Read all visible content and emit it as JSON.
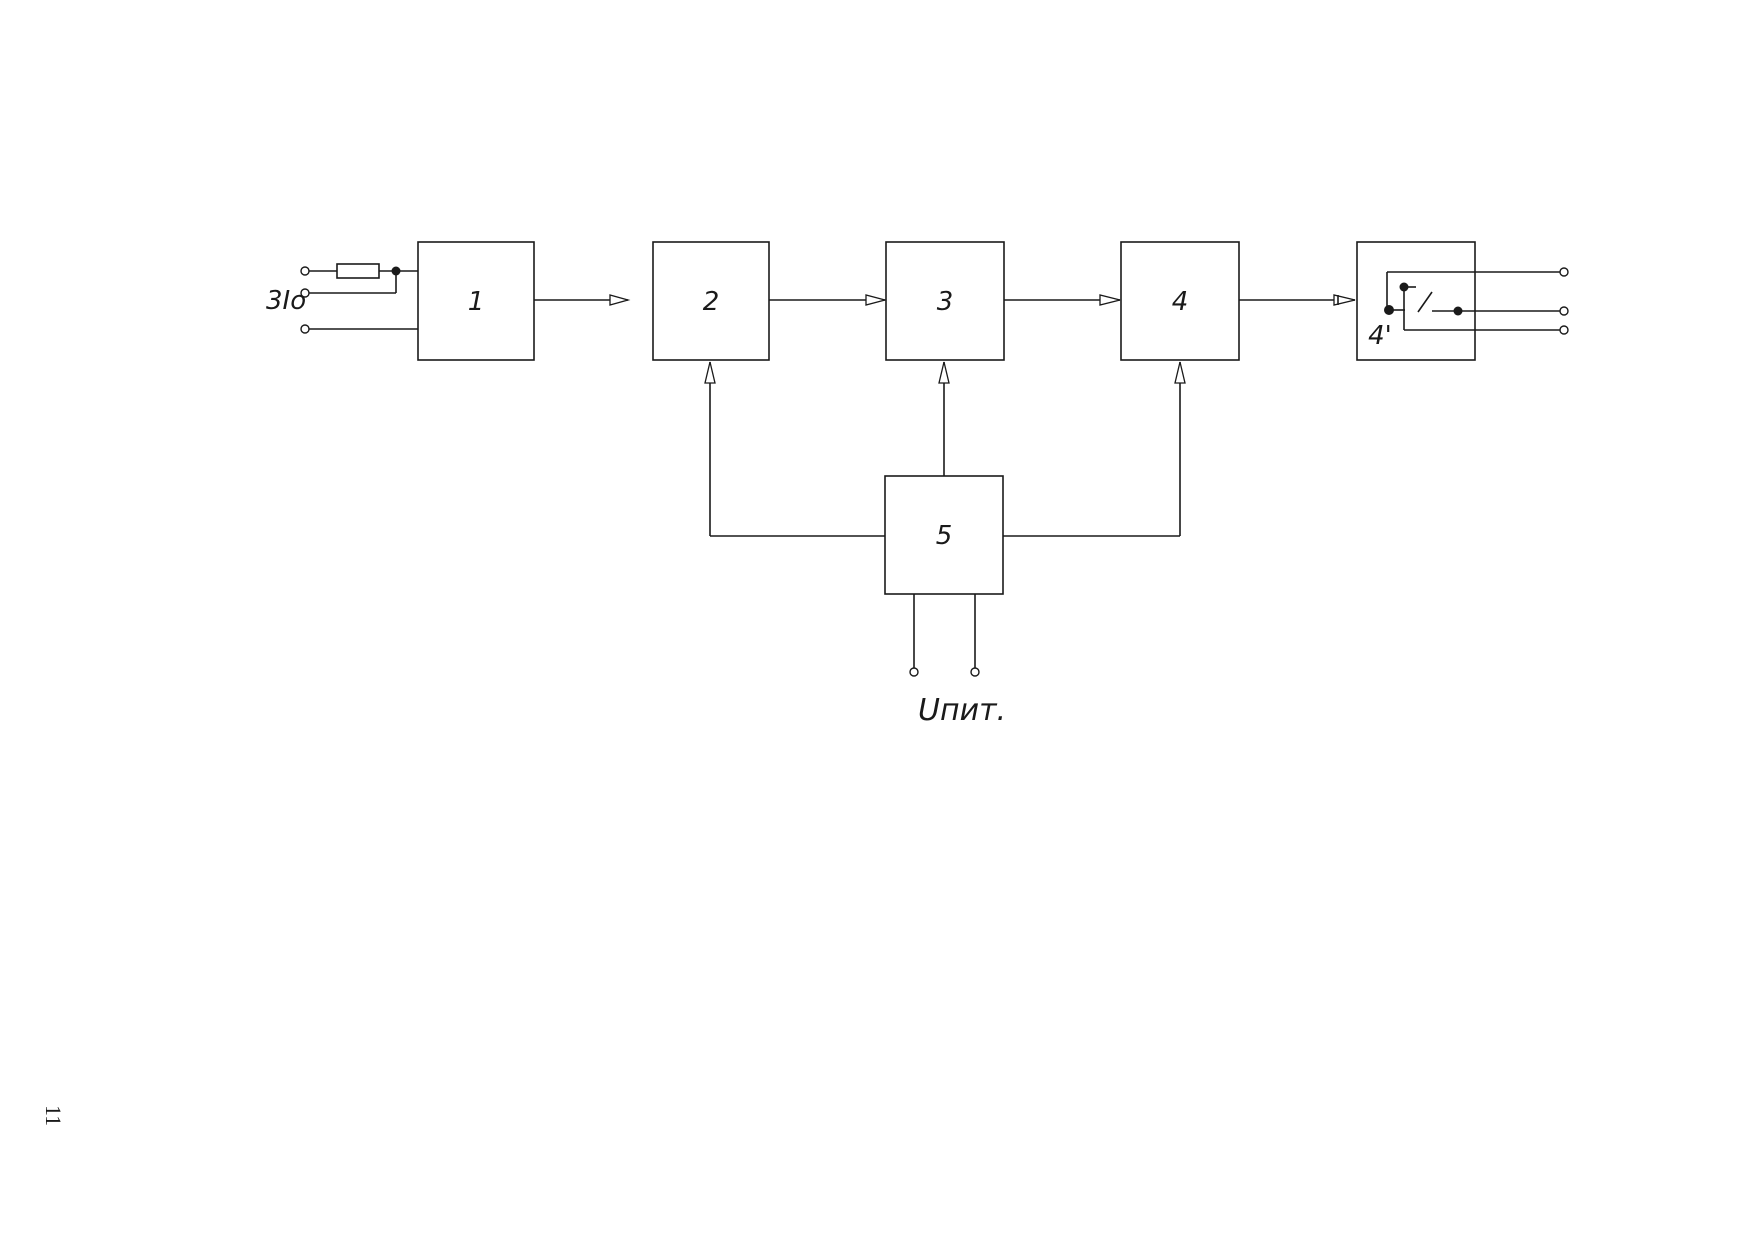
{
  "diagram": {
    "blocks": [
      {
        "id": "block-1",
        "label": "1"
      },
      {
        "id": "block-2",
        "label": "2"
      },
      {
        "id": "block-3",
        "label": "3"
      },
      {
        "id": "block-4",
        "label": "4"
      },
      {
        "id": "block-4p",
        "label": "4'"
      },
      {
        "id": "block-5",
        "label": "5"
      }
    ],
    "input_label": "3Io",
    "supply_label": "Uпит.",
    "page_number": "11"
  }
}
